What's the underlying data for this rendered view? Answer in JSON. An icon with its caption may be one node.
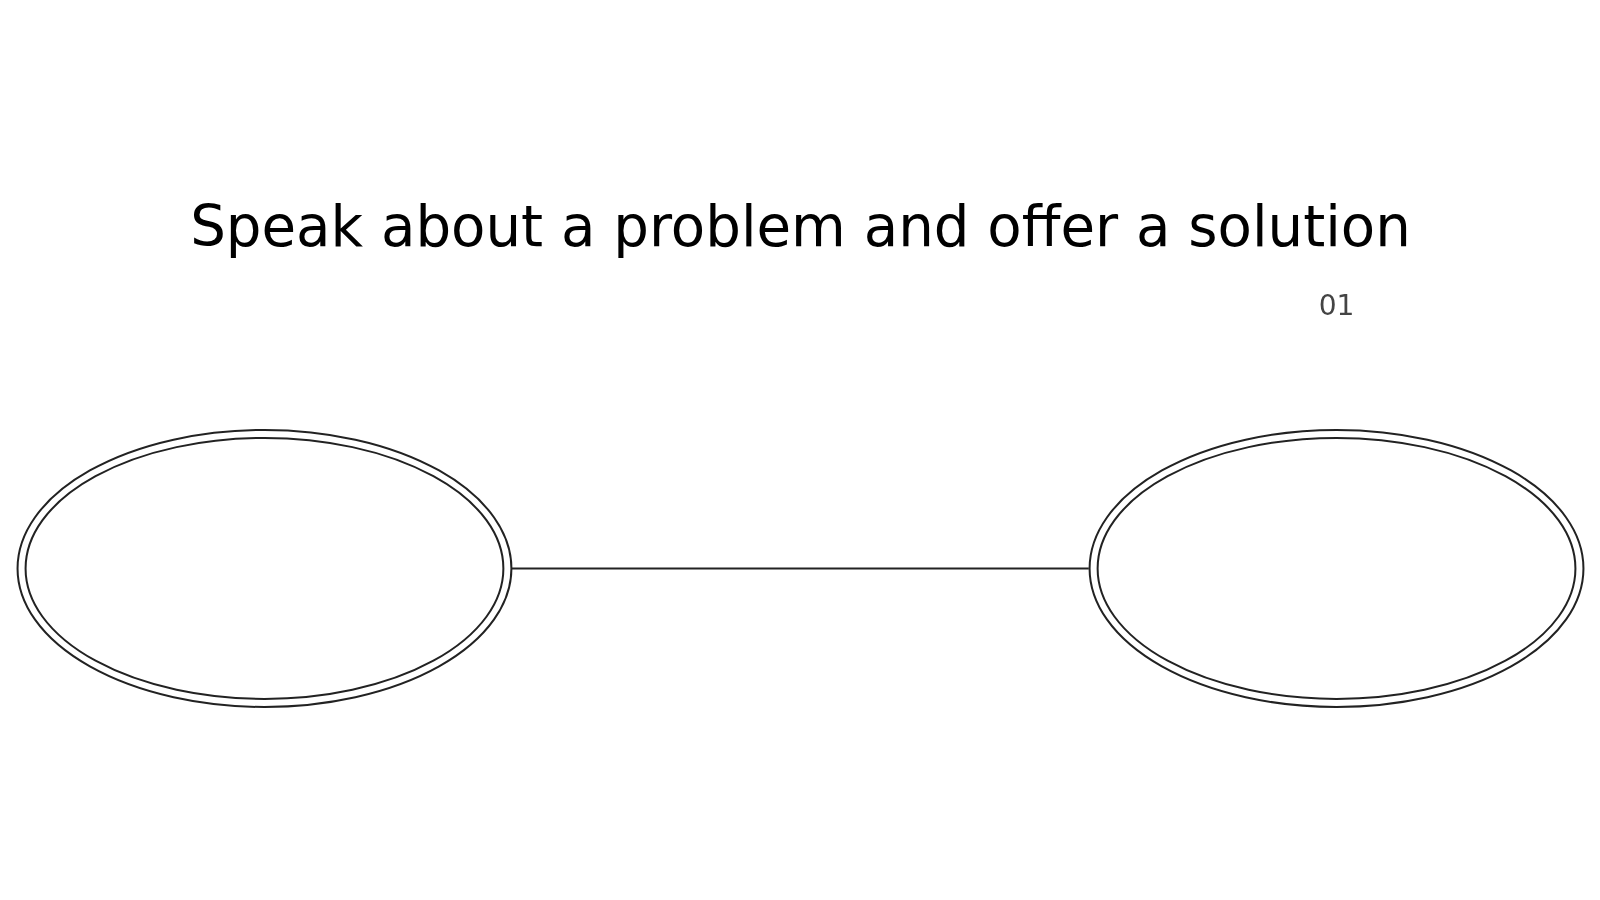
{
  "diagram": {
    "title": "Speak about a problem and offer a solution",
    "nodes": [
      {
        "text": [],
        "shape": "ellipse"
      },
      {
        "text": [],
        "shape": "ellipse"
      }
    ],
    "edges": [
      {
        "from": 0,
        "to": 1,
        "arrow": "none"
      }
    ],
    "labels": [
      "01"
    ]
  }
}
